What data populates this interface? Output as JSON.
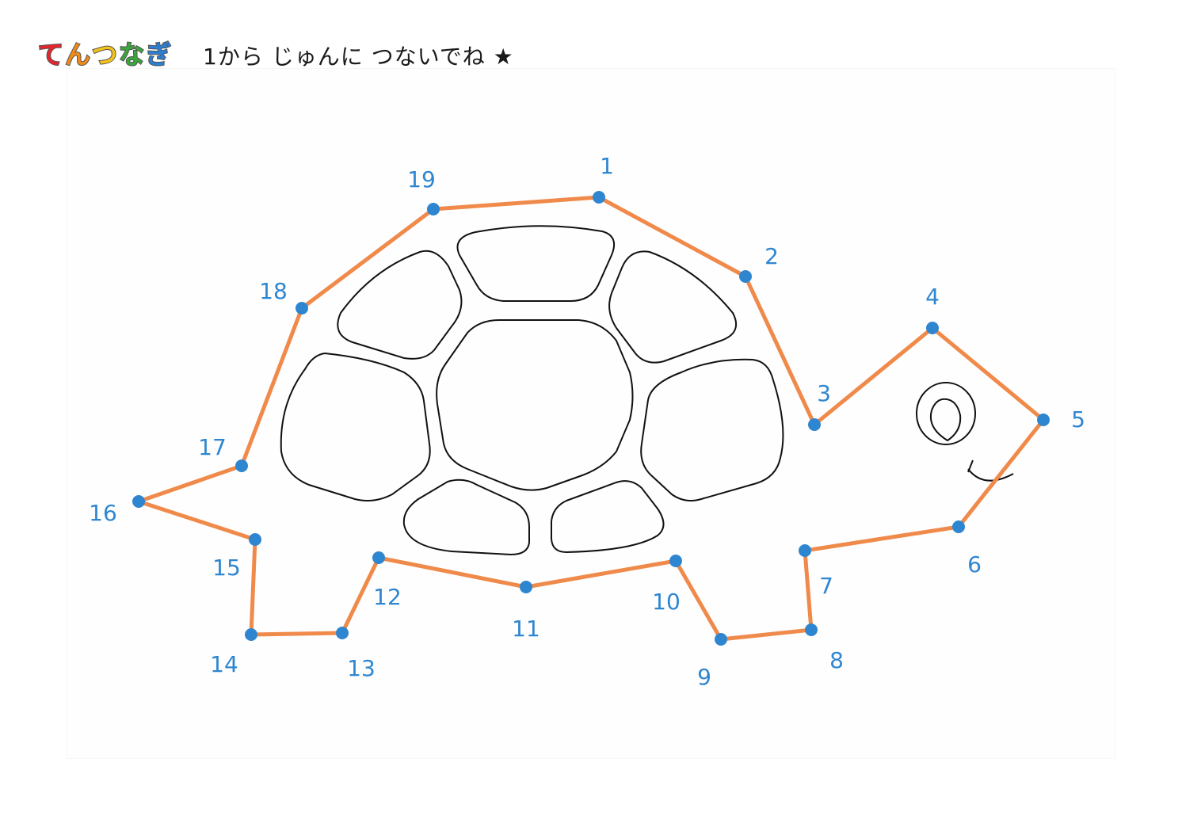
{
  "header": {
    "logo_text": "てんつなぎ",
    "instruction": "1から じゅんに つないでね ★"
  },
  "colors": {
    "dot": "#2f86d0",
    "line": "#f08a4b",
    "number": "#2f86d0",
    "outline": "#111111"
  },
  "logo_colors": [
    "#e8242b",
    "#f28a1a",
    "#f3c21b",
    "#3aa63c",
    "#2a7fd4"
  ],
  "puzzle": {
    "dot_count": 19,
    "closed_loop": true,
    "dots": [
      {
        "label": "1"
      },
      {
        "label": "2"
      },
      {
        "label": "3"
      },
      {
        "label": "4"
      },
      {
        "label": "5"
      },
      {
        "label": "6"
      },
      {
        "label": "7"
      },
      {
        "label": "8"
      },
      {
        "label": "9"
      },
      {
        "label": "10"
      },
      {
        "label": "11"
      },
      {
        "label": "12"
      },
      {
        "label": "13"
      },
      {
        "label": "14"
      },
      {
        "label": "15"
      },
      {
        "label": "16"
      },
      {
        "label": "17"
      },
      {
        "label": "18"
      },
      {
        "label": "19"
      }
    ]
  }
}
